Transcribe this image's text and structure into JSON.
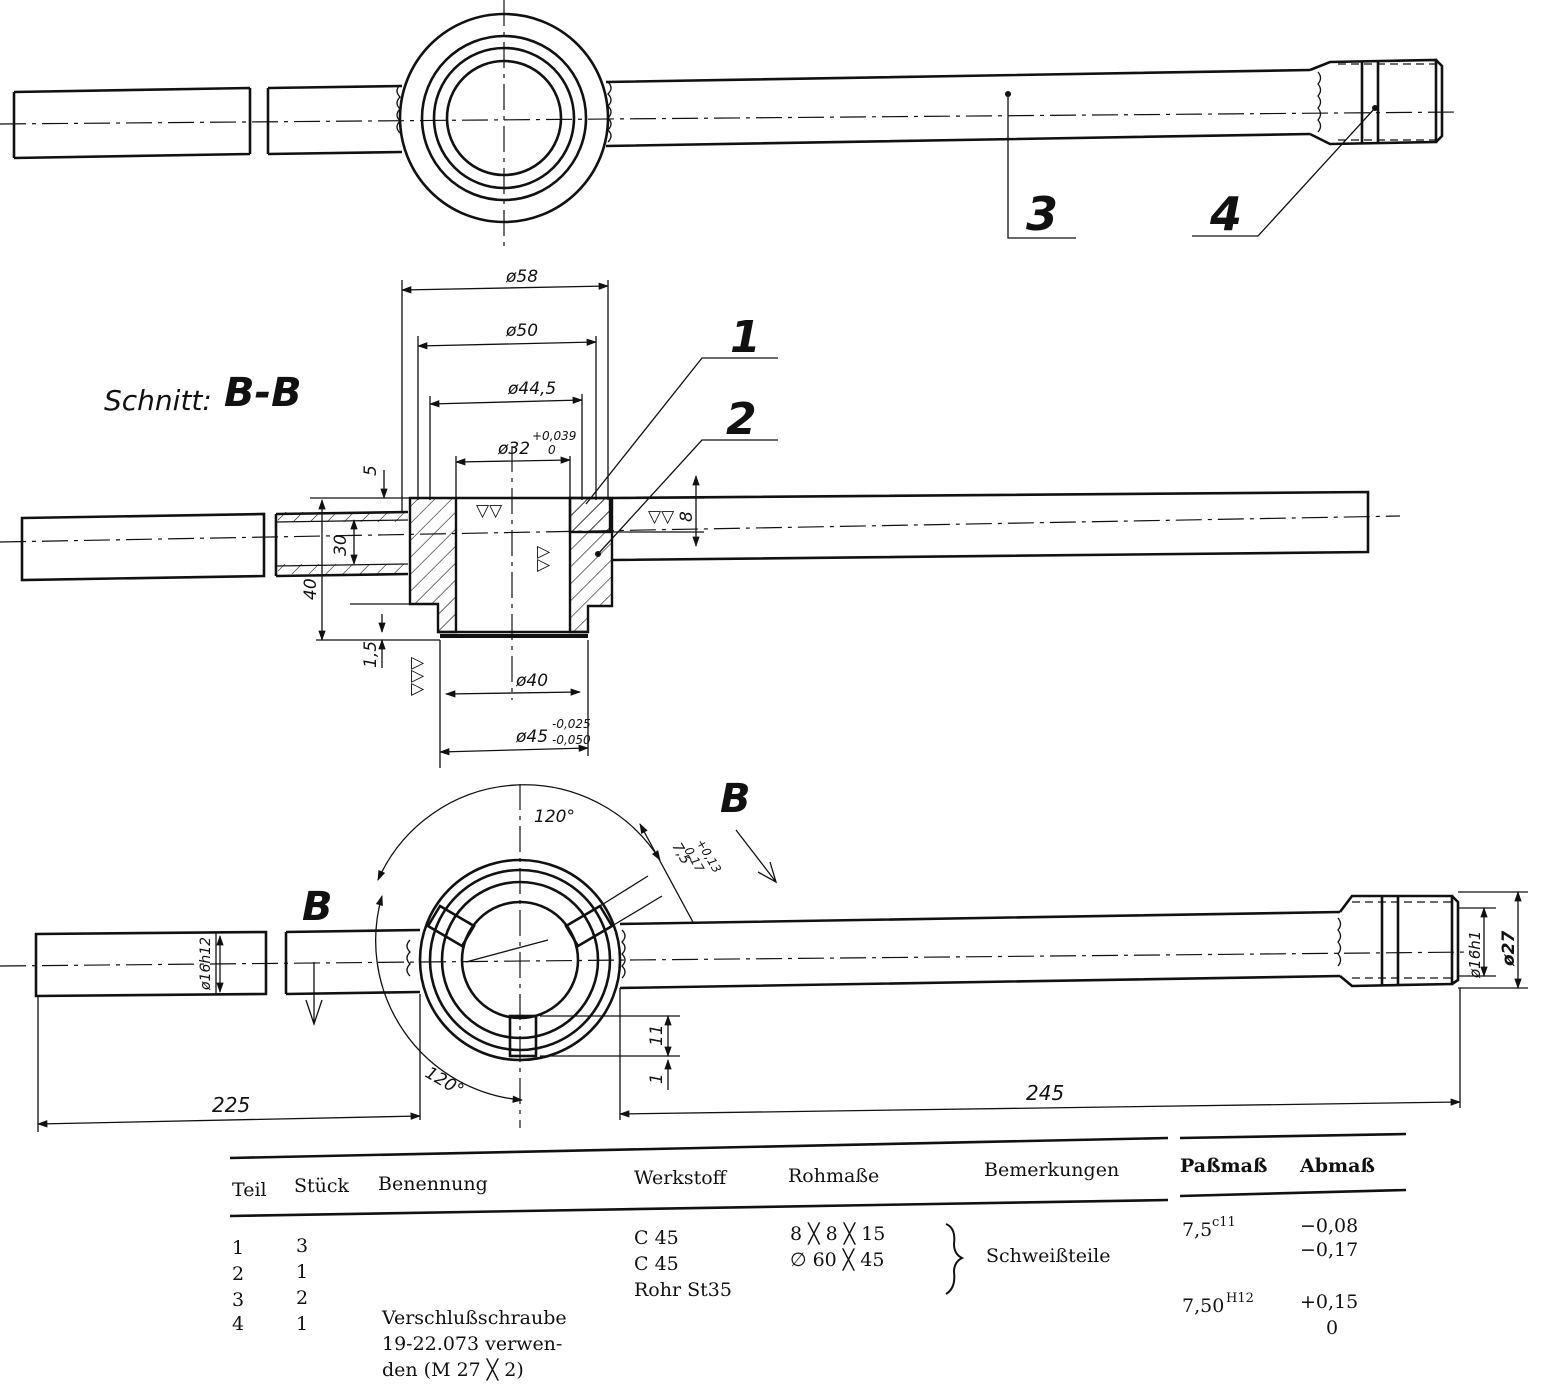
{
  "views": {
    "top_callouts": [
      "3",
      "4"
    ],
    "section_title": "Schnitt:",
    "section_id": "B-B",
    "section_callouts": [
      "1",
      "2"
    ],
    "dim_d58": "ø58",
    "dim_d50": "ø50",
    "dim_d445": "ø44,5",
    "dim_d32": "ø32",
    "dim_d32_tol_upper": "+0,039",
    "dim_d32_tol_lower": "0",
    "dim_5": "5",
    "dim_30": "30",
    "dim_40": "40",
    "dim_15": "1,5",
    "dim_8": "8",
    "dim_d40": "ø40",
    "dim_d45": "ø45",
    "dim_d45_tol_upper": "-0,025",
    "dim_d45_tol_lower": "-0,050",
    "bottom_section_mark": "B",
    "dim_angle_top": "120°",
    "dim_angle_bottom": "120°",
    "dim_75": "7,5",
    "dim_75_tol_upper": "+0,13",
    "dim_75_tol_lower": "0,17",
    "dim_d16_left": "ø16h12",
    "dim_d16_right": "ø16h1",
    "dim_d27": "ø27",
    "dim_11": "11",
    "dim_1": "1",
    "dim_225": "225",
    "dim_245": "245"
  },
  "parts_table": {
    "headers": [
      "Teil",
      "Stück",
      "Benennung",
      "Werkstoff",
      "Rohmaße",
      "Bemerkungen",
      "Paßmaß",
      "Abmaß"
    ],
    "rows": [
      {
        "teil": "1",
        "stueck": "3",
        "benennung": "",
        "werkstoff": "C 45",
        "rohmasse": "8 ╳ 8 ╳ 15"
      },
      {
        "teil": "2",
        "stueck": "1",
        "benennung": "",
        "werkstoff": "C 45",
        "rohmasse": "∅ 60 ╳ 45"
      },
      {
        "teil": "3",
        "stueck": "2",
        "benennung": "",
        "werkstoff": "Rohr St35",
        "rohmasse": ""
      },
      {
        "teil": "4",
        "stueck": "1",
        "benennung": "Verschlußschraube",
        "werkstoff": "",
        "rohmasse": ""
      }
    ],
    "benennung_cont": [
      "19-22.073 verwen-",
      "den (M 27 ╳ 2)"
    ],
    "bemerkung": "Schweißteile",
    "fits": [
      {
        "pass_base": "7,5",
        "pass_sup": "c11",
        "abmass_upper": "−0,08",
        "abmass_lower": "−0,17"
      },
      {
        "pass_base": "7,50",
        "pass_sup": "H12",
        "abmass_upper": "+0,15",
        "abmass_lower": "0"
      }
    ]
  }
}
